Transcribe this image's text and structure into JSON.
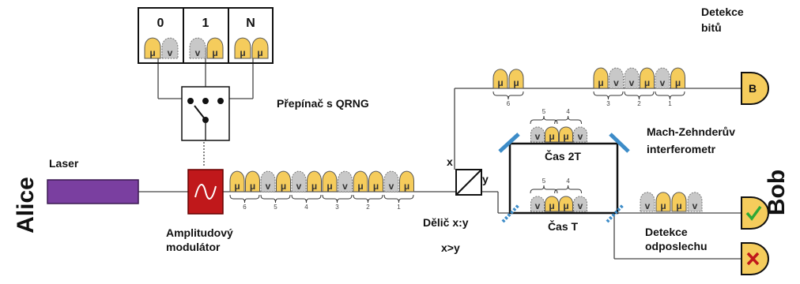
{
  "labels": {
    "alice": "Alice",
    "bob": "Bob",
    "laser": "Laser",
    "modulator_1": "Amplitudový",
    "modulator_2": "modulátor",
    "switch": "Přepínač s QRNG",
    "splitter_1": "Dělič x:y",
    "splitter_2": "x>y",
    "port_x": "x",
    "port_y": "y",
    "time_2t": "Čas 2T",
    "time_t": "Čas T",
    "mz_1": "Mach-Zehnderův",
    "mz_2": "interferometr",
    "bits_1": "Detekce",
    "bits_2": "bitů",
    "eaves_1": "Detekce",
    "eaves_2": "odposlechu",
    "detector_b": "B"
  },
  "states": [
    {
      "name": "0",
      "pulses": [
        "μ",
        "v"
      ]
    },
    {
      "name": "1",
      "pulses": [
        "v",
        "μ"
      ]
    },
    {
      "name": "N",
      "pulses": [
        "μ",
        "μ"
      ]
    }
  ],
  "main_train": {
    "pulses": [
      "μ",
      "μ",
      "v",
      "μ",
      "v",
      "μ",
      "μ",
      "v",
      "μ",
      "μ",
      "v",
      "μ"
    ],
    "groups": [
      "6",
      "5",
      "4",
      "3",
      "2",
      "1"
    ]
  },
  "bit_train": {
    "first": [
      "μ",
      "μ"
    ],
    "first_group": "6",
    "rest": [
      "μ",
      "v",
      "v",
      "μ",
      "v",
      "μ"
    ],
    "rest_groups": [
      "3",
      "2",
      "1"
    ]
  },
  "arm_2t": {
    "pulses": [
      "v",
      "μ",
      "μ",
      "v"
    ],
    "groups": [
      "5",
      "4"
    ]
  },
  "arm_t": {
    "pulses": [
      "v",
      "μ",
      "μ",
      "v"
    ],
    "groups": [
      "5",
      "4"
    ]
  },
  "output": {
    "pulses": [
      "v",
      "μ",
      "μ",
      "v"
    ]
  },
  "colors": {
    "mu_pulse": "#f5cc5c",
    "v_pulse": "#c8c8c8",
    "laser": "#7a3fa0",
    "modulator": "#c0181b",
    "detector": "#f5cc5c",
    "check": "#2ea836",
    "cross": "#c0181b",
    "mirror": "#3d8cc8"
  },
  "icons": {
    "modulator": "sine-wave-icon",
    "correct": "check-icon",
    "wrong": "cross-icon"
  }
}
